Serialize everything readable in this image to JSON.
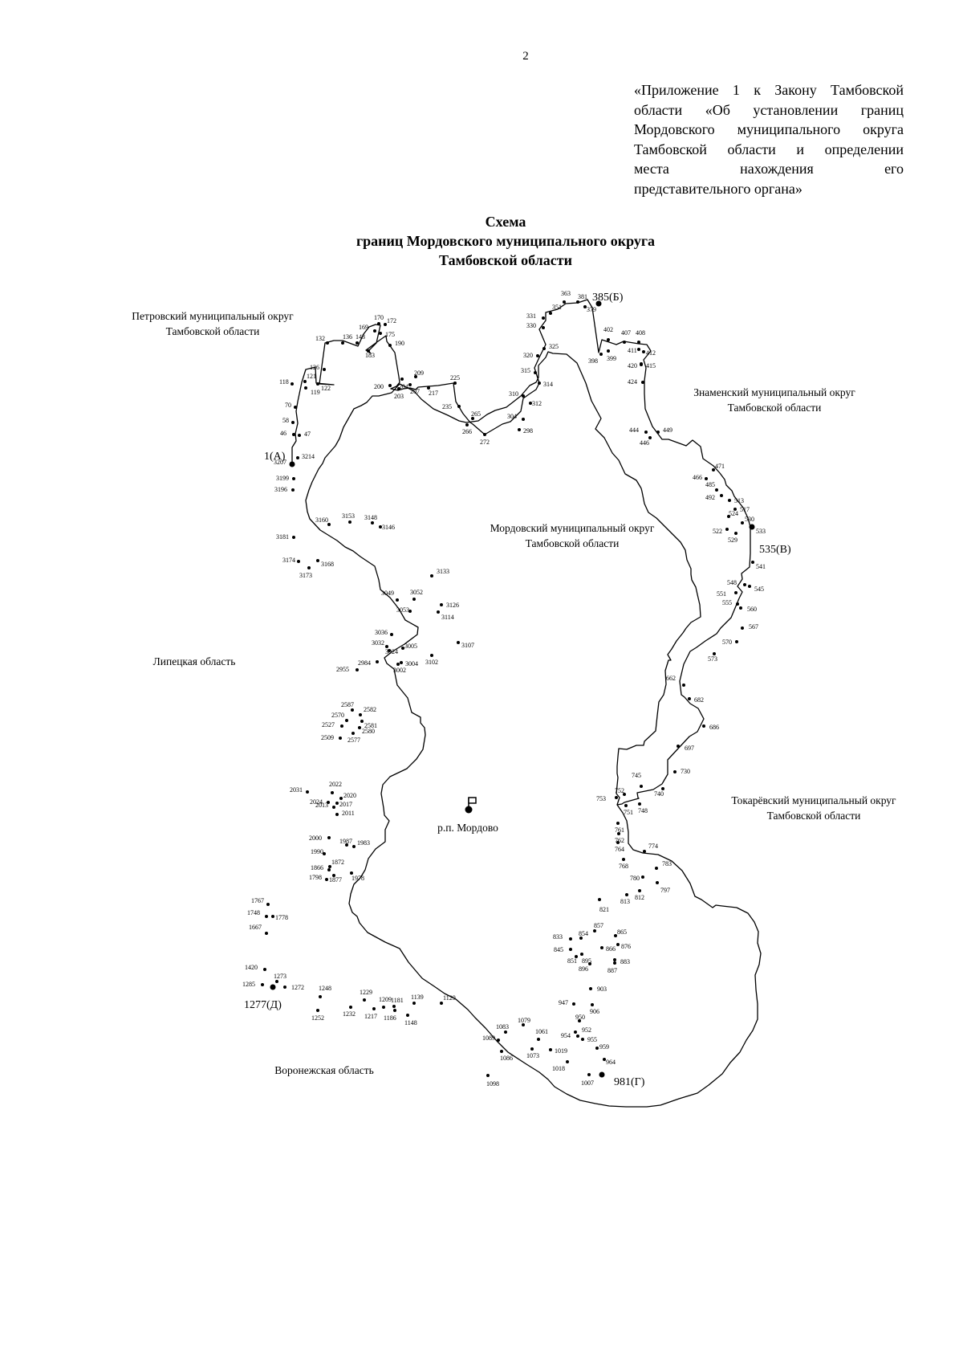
{
  "page_number": "2",
  "appendix_note": {
    "lines": [
      "«Приложение 1 к Закону Тамбовской",
      "области «Об установлении границ",
      "Мордовского муниципального округа",
      "Тамбовской области и определении",
      "места нахождения его",
      "представительного органа»"
    ]
  },
  "title": {
    "line1": "Схема",
    "line2": "границ Мордовского муниципального округа",
    "line3": "Тамбовской области"
  },
  "regions": {
    "petrovsky": [
      "Петровский муниципальный округ",
      "Тамбовской области"
    ],
    "znamensky": [
      "Знаменский муниципальный округ",
      "Тамбовской области"
    ],
    "mordovsky": [
      "Мордовский муниципальный округ",
      "Тамбовской области"
    ],
    "lipetsk": "Липецкая область",
    "tokarevsky": [
      "Токарёвский муниципальный округ",
      "Тамбовской области"
    ],
    "voronezh": "Воронежская область"
  },
  "settlement": {
    "name": "р.п. Мордово",
    "icon": "administrative-center-flag-icon"
  },
  "key_points": {
    "a": "1(А)",
    "b": "385(Б)",
    "v": "535(В)",
    "g": "981(Г)",
    "d": "1277(Д)"
  },
  "boundary_points": [
    "3207",
    "3214",
    "47",
    "46",
    "58",
    "70",
    "119",
    "122",
    "121",
    "118",
    "126",
    "132",
    "136",
    "143",
    "169",
    "170",
    "172",
    "175",
    "183",
    "190",
    "200",
    "203",
    "204",
    "207",
    "209",
    "217",
    "225",
    "235",
    "265",
    "266",
    "272",
    "298",
    "304",
    "310",
    "312",
    "314",
    "315",
    "320",
    "325",
    "330",
    "331",
    "351",
    "363",
    "381",
    "379",
    "398",
    "399",
    "402",
    "407",
    "408",
    "411",
    "412",
    "415",
    "420",
    "424",
    "444",
    "446",
    "449",
    "466",
    "471",
    "485",
    "492",
    "513",
    "517",
    "524",
    "522",
    "529",
    "530",
    "533",
    "541",
    "548",
    "545",
    "551",
    "555",
    "560",
    "567",
    "570",
    "573",
    "662",
    "682",
    "686",
    "697",
    "730",
    "740",
    "745",
    "748",
    "751",
    "752",
    "753",
    "761",
    "762",
    "764",
    "768",
    "774",
    "780",
    "783",
    "797",
    "812",
    "813",
    "821",
    "833",
    "845",
    "851",
    "854",
    "857",
    "865",
    "866",
    "876",
    "883",
    "887",
    "895",
    "896",
    "903",
    "906",
    "947",
    "950",
    "952",
    "954",
    "955",
    "959",
    "964",
    "1007",
    "1018",
    "1019",
    "1061",
    "1073",
    "1079",
    "1083",
    "1086",
    "1089",
    "1098",
    "1129",
    "1139",
    "1148",
    "1181",
    "1186",
    "1209",
    "1217",
    "1229",
    "1232",
    "1248",
    "1252",
    "1272",
    "1273",
    "1285",
    "1420",
    "1667",
    "1748",
    "1767",
    "1778",
    "1798",
    "1866",
    "1872",
    "1877",
    "1978",
    "1983",
    "1987",
    "1990",
    "2000",
    "2011",
    "2013",
    "2017",
    "2020",
    "2022",
    "2024",
    "2031",
    "2509",
    "2527",
    "2570",
    "2577",
    "2580",
    "2581",
    "2582",
    "2587",
    "2955",
    "2984",
    "3002",
    "3004",
    "3005",
    "3024",
    "3032",
    "3036",
    "3049",
    "3052",
    "3053",
    "3102",
    "3107",
    "3114",
    "3126",
    "3133",
    "3146",
    "3148",
    "3153",
    "3160",
    "3168",
    "3173",
    "3174",
    "3181",
    "3196",
    "3199"
  ]
}
